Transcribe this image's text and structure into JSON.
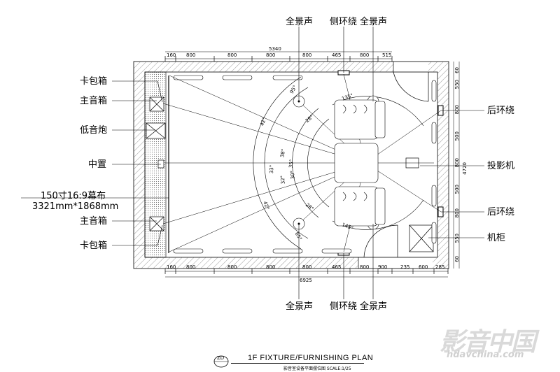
{
  "title": "1F FIXTURE/FURNISHING PLAN",
  "subtitle": "影音室设备平面摆位图 SCALE:1/25",
  "badge": "ZD",
  "watermark": {
    "logo_text": "影音中国",
    "url": "hdavchina.com"
  },
  "labels": {
    "top_left_surround": "全景声",
    "top_side_surround": "侧环绕",
    "top_right_surround": "全景声",
    "bottom_left_surround": "全景声",
    "bottom_side_surround": "侧环绕",
    "bottom_right_surround": "全景声",
    "left_1": "卡包箱",
    "left_2": "主音箱",
    "left_3": "低音炮",
    "left_4": "中置",
    "left_5_line1": "150寸16:9幕布",
    "left_5_line2": "3321mm*1868mm",
    "left_6": "主音箱",
    "left_7": "卡包箱",
    "right_1": "后环绕",
    "right_2": "投影机",
    "right_3": "后环绕",
    "right_4": "机柜"
  },
  "dims": {
    "top_total": "5340",
    "top_segments": [
      "160",
      "800",
      "800",
      "800",
      "800",
      "465",
      "800",
      "515"
    ],
    "bottom_total": "6925",
    "bottom_segments": [
      "160",
      "800",
      "800",
      "800",
      "800",
      "465",
      "800",
      "900",
      "235",
      "600",
      "285"
    ],
    "right_total": "4720",
    "right_segments": [
      "60",
      "550",
      "800",
      "500",
      "800",
      "500",
      "800",
      "550",
      "60"
    ],
    "angles": [
      "42°",
      "38°",
      "35°",
      "33°",
      "32°",
      "30°",
      "28°",
      "28°",
      "42°",
      "65°",
      "95°",
      "135°",
      "145°"
    ]
  }
}
